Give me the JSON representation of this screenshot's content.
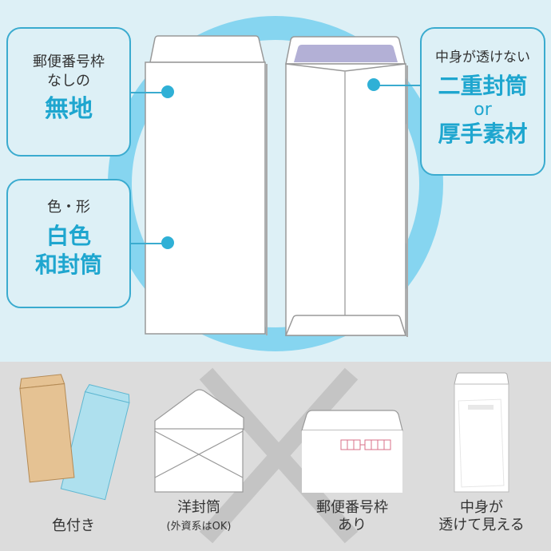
{
  "left_callouts": [
    {
      "sub": [
        "郵便番号枠",
        "なしの"
      ],
      "main": [
        "無地"
      ]
    },
    {
      "sub": [
        "色・形"
      ],
      "main": [
        "白色",
        "和封筒"
      ]
    }
  ],
  "right_callout": {
    "sub": "中身が透けない",
    "main1": "二重封筒",
    "or": "or",
    "main2": "厚手素材"
  },
  "ng_items": [
    {
      "label": "色付き",
      "note": ""
    },
    {
      "label": "洋封筒",
      "note": "(外資系はOK)"
    },
    {
      "label": "郵便番号枠",
      "label2": "あり"
    },
    {
      "label": "中身が",
      "label2": "透けて見える"
    }
  ],
  "colors": {
    "accent": "#1ea6cf",
    "ring": "#86d5f0",
    "top_bg": "#ddf0f6",
    "bottom_bg": "#dcdcdc",
    "inner_lining": "#b3b0d6"
  }
}
